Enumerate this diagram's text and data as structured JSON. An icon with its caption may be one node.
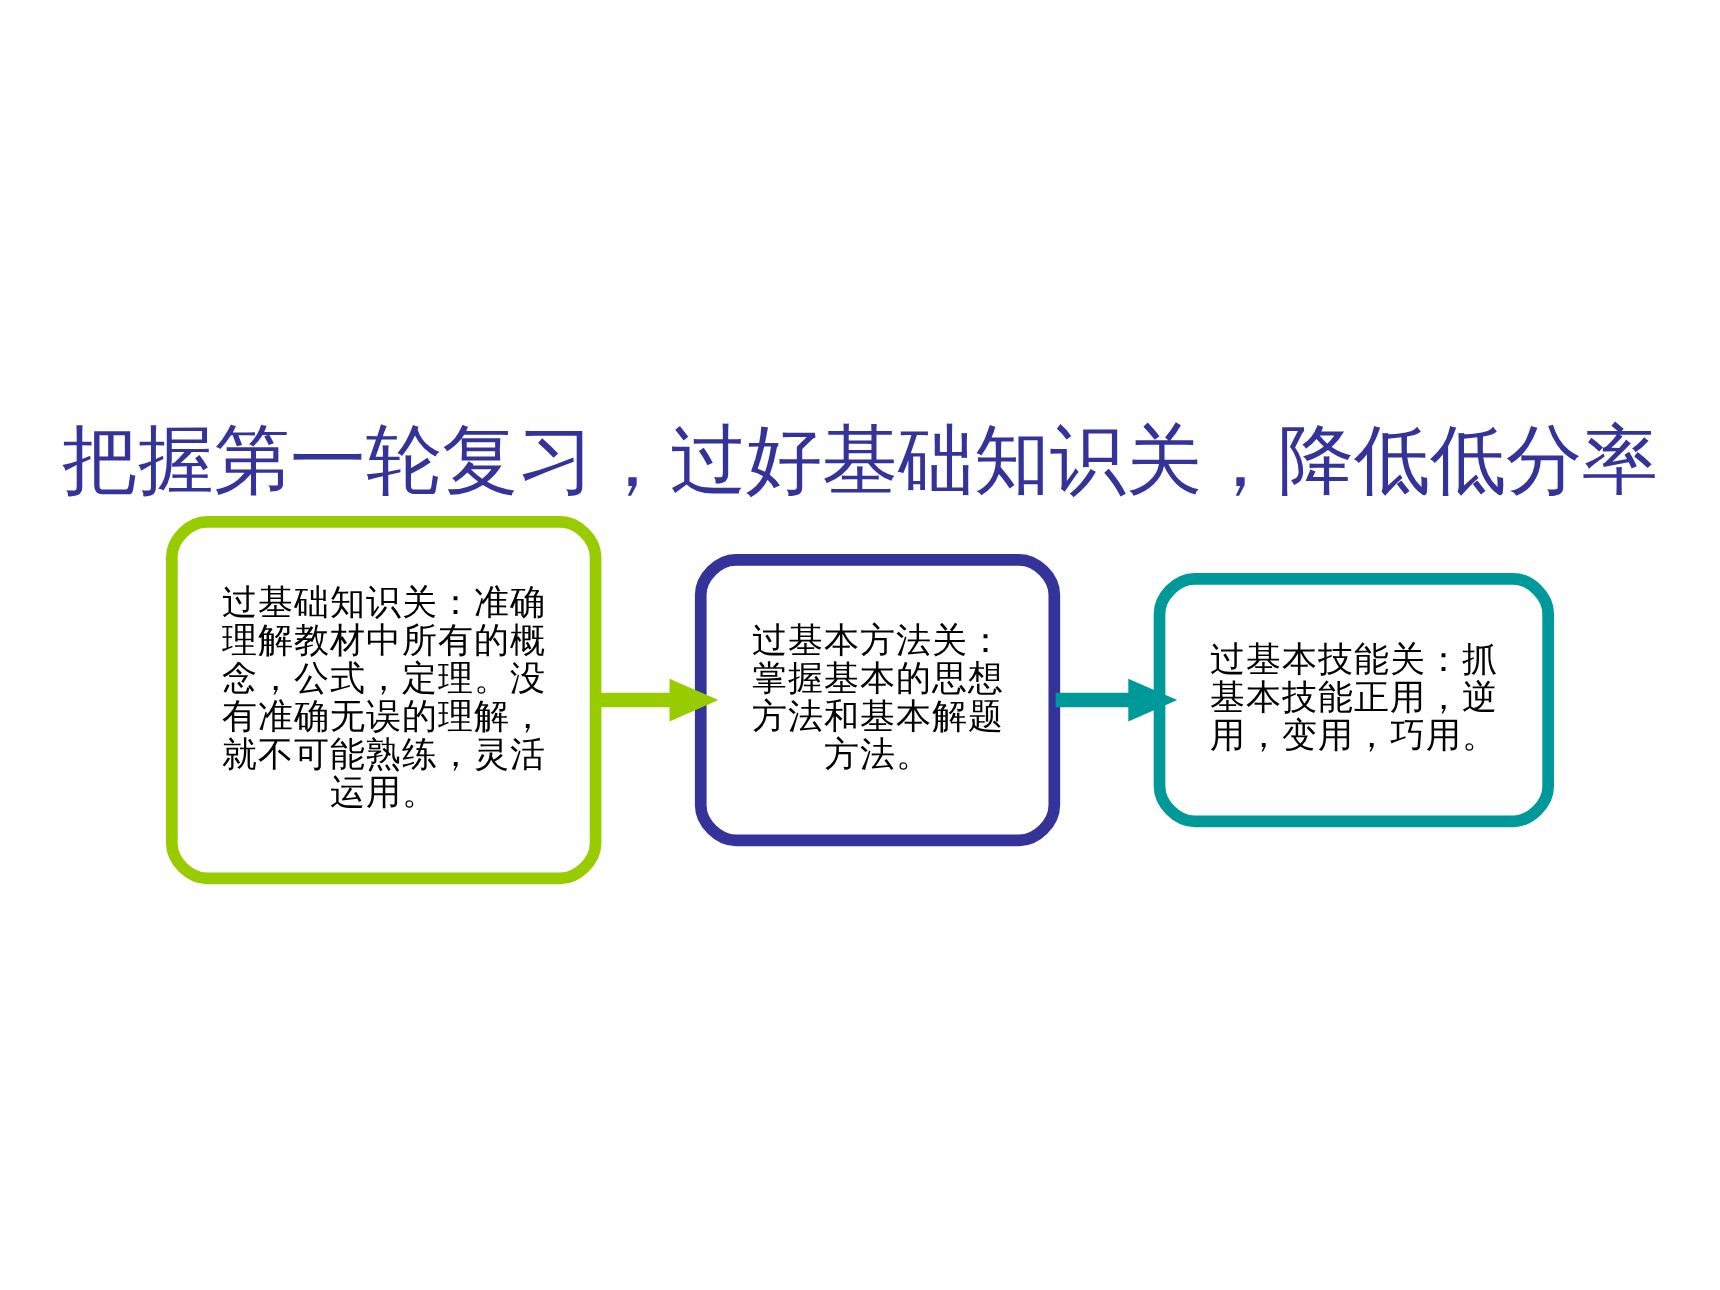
{
  "diagram": {
    "title": "把握第一轮复习，过好基础知识关，降低低分率",
    "nodes": [
      {
        "text": [
          "过基础知识关：准确理解教材中所有的概念，公式，定理。没有准确无误的理解，就不可能熟练，灵活运用。"
        ]
      },
      {
        "text": [
          "过基本方法关：掌握基本的思想方法和基本解题方法。"
        ]
      },
      {
        "text": [
          "过基本技能关：抓基本技能正用，逆用，变用，巧用。"
        ]
      }
    ],
    "edges": [
      {
        "from": 0,
        "to": 1,
        "arrow": "to",
        "color": "#99cc00"
      },
      {
        "from": 1,
        "to": 2,
        "arrow": "to",
        "color": "#009999"
      }
    ]
  }
}
